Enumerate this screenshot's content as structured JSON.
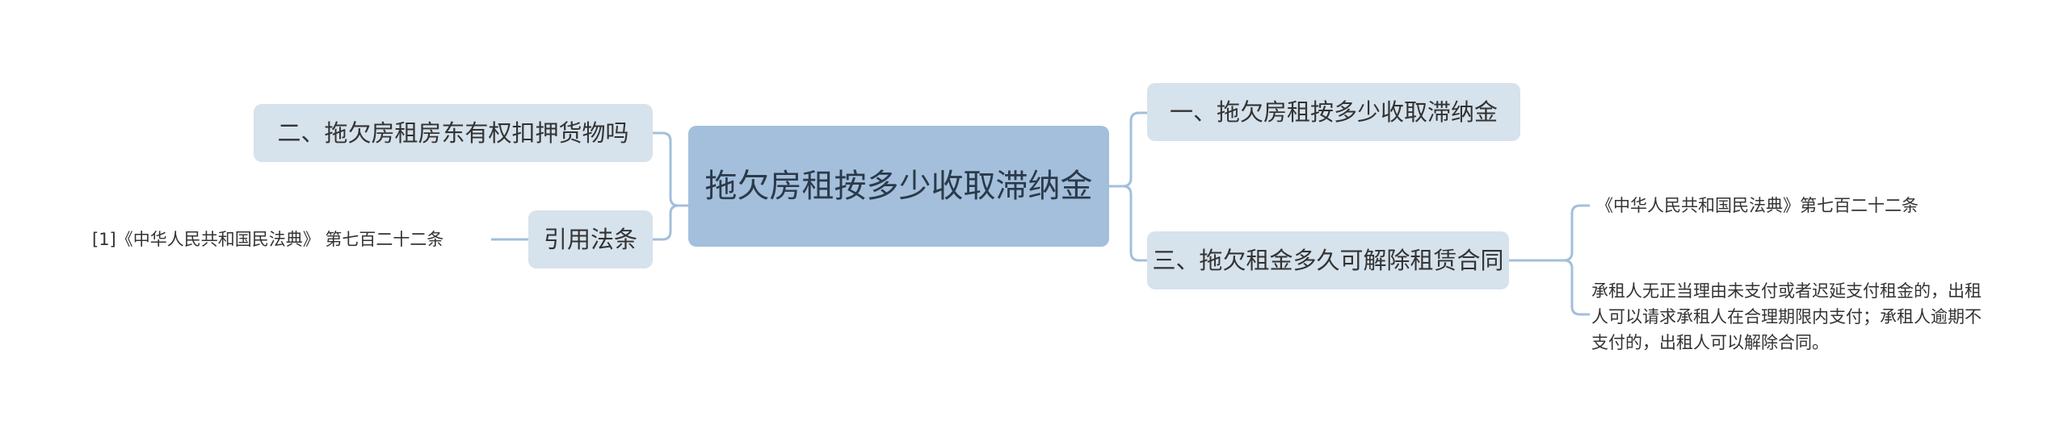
{
  "root": {
    "label": "拖欠房租按多少收取滞纳金"
  },
  "right": [
    {
      "label": "一、拖欠房租按多少收取滞纳金"
    },
    {
      "label": "三、拖欠租金多久可解除租赁合同",
      "children": [
        {
          "label": "《中华人民共和国民法典》第七百二十二条"
        },
        {
          "label": "承租人无正当理由未支付或者迟延支付租金的，出租人可以请求承租人在合理期限内支付；承租人逾期不支付的，出租人可以解除合同。"
        }
      ]
    }
  ],
  "left": [
    {
      "label": "二、拖欠房租房东有权扣押货物吗"
    },
    {
      "label": "引用法条",
      "children": [
        {
          "label": "[1]《中华人民共和国民法典》 第七百二十二条"
        }
      ]
    }
  ],
  "colors": {
    "root_fill": "#a3bfdb",
    "branch_fill": "#d6e2ec",
    "connector": "#a3bfdb",
    "text": "#333333"
  }
}
